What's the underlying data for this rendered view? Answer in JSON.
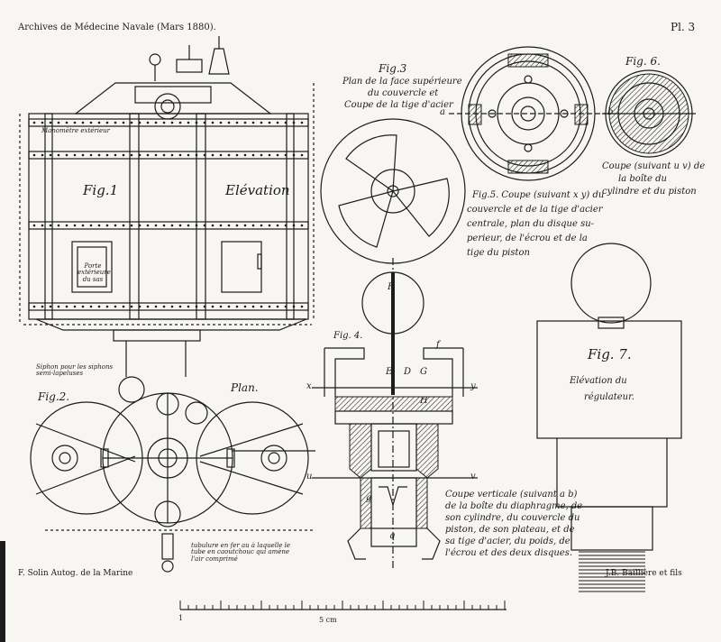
{
  "header": {
    "source": "Archives de Médecine Navale (Mars 1880).",
    "plate": "Pl. 3"
  },
  "figures": {
    "fig1": {
      "title": "Fig.1",
      "view": "Elévation",
      "door": "Porte extérieure du sas",
      "gauge": "Manomètre extérieur",
      "drain": "Siphon pour les siphons semi-lapeluses"
    },
    "fig2": {
      "title": "Fig.2.",
      "view": "Plan.",
      "note": "tubulure en fer au à laquelle le tube en caoutchouc qui amène l'air comprimé"
    },
    "fig3": {
      "title": "Fig.3",
      "caption_1": "Plan de la face supérieure",
      "caption_2": "du couvercle et",
      "caption_3": "Coupe de la tige d'acier"
    },
    "fig4": {
      "title": "Fig. 4.",
      "caption_1": "Coupe verticale (suivant a b)",
      "caption_2": "de la boîte du diaphragme, de",
      "caption_3": "son cylindre, du couvercle du",
      "caption_4": "piston, de son plateau, et de",
      "caption_5": "sa tige d'acier, du poids, de",
      "caption_6": "l'écrou et des deux disques."
    },
    "fig5": {
      "title": "Fig.5",
      "caption_1": "Fig.5. Coupe (suivant x y) du",
      "caption_2": "couvercle et de la tige d'acier",
      "caption_3": "centrale, plan du disque su-",
      "caption_4": "perieur, de l'écrou et de la",
      "caption_5": "tige du piston"
    },
    "fig6": {
      "title": "Fig. 6.",
      "caption_1": "Coupe (suivant u v) de",
      "caption_2": "la boîte du",
      "caption_3": "cylindre et du piston"
    },
    "fig7": {
      "title": "Fig. 7.",
      "caption_1": "Elévation du",
      "caption_2": "régulateur."
    }
  },
  "letters": {
    "x": "x",
    "y": "y",
    "u": "u",
    "v": "v",
    "a": "a",
    "b": "b",
    "F": "F",
    "E": "E",
    "D": "D",
    "G": "G",
    "H": "H",
    "f": "f",
    "g": "g",
    "q": "q"
  },
  "footer": {
    "left": "F. Solin Autog. de la Marine",
    "right": "J.B. Baillière et fils",
    "scale_start": "1",
    "scale_end": "5 cm"
  }
}
